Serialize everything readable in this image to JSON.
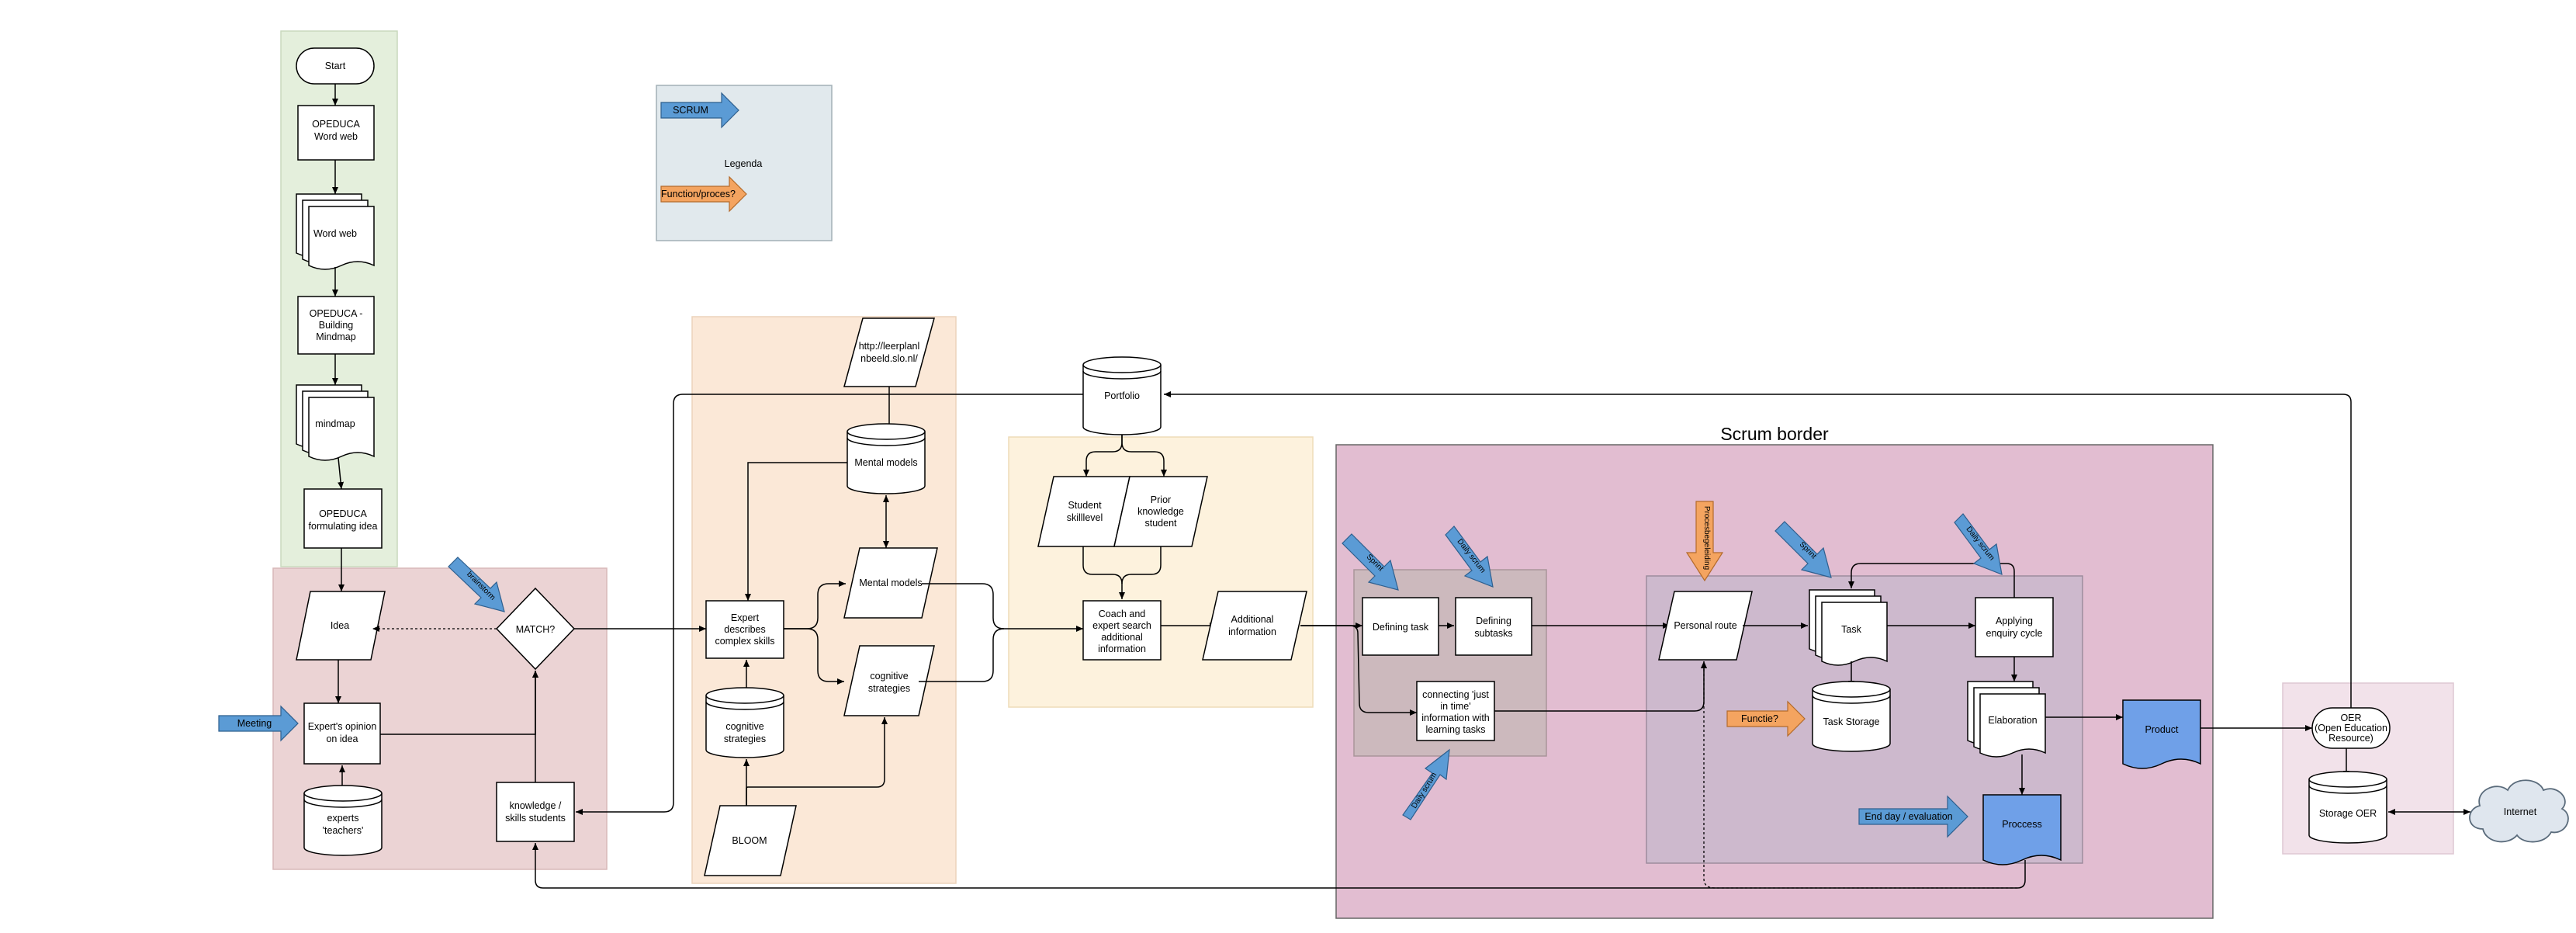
{
  "colors": {
    "green_region": "#e4efdc",
    "pink_region": "#ebd3d4",
    "peach_region": "#fbe8d7",
    "yellow_region": "#fdf2dd",
    "scrum_region": "#e2bdd1",
    "grey_box": "#ccb9bd",
    "lavender_box": "#cdb9cd",
    "oer_region": "#f2e2ea",
    "legend_box": "#e1e9ed",
    "blue_arrow": "#5b9bd5",
    "orange_arrow": "#f4a460",
    "blue_shape": "#6fa0e8"
  },
  "legend": {
    "scrum": "SCRUM",
    "title": "Legenda",
    "function": "Function/proces?"
  },
  "scrum_border_title": "Scrum border",
  "nodes": {
    "start": "Start",
    "opeduca_word_web": [
      "OPEDUCA",
      "Word web"
    ],
    "word_web": "Word web",
    "opeduca_building_mindmap": [
      "OPEDUCA -",
      "Building",
      "Mindmap"
    ],
    "mindmap": "mindmap",
    "opeduca_formulating_idea": [
      "OPEDUCA",
      "formulating idea"
    ],
    "idea": "Idea",
    "match": "MATCH?",
    "experts_opinion": [
      "Expert's opinion",
      "on idea"
    ],
    "experts_teachers": [
      "experts",
      "'teachers'"
    ],
    "knowledge_skills": [
      "knowledge /",
      "skills students"
    ],
    "url": [
      "http://leerplanl",
      "nbeeld.slo.nl/"
    ],
    "mental_models_db": "Mental models",
    "expert_describes": [
      "Expert",
      "describes",
      "complex skills"
    ],
    "mental_models": "Mental models",
    "cognitive_strategies": [
      "cognitive",
      "strategies"
    ],
    "cognitive_strategies_db": [
      "cognitive",
      "strategies"
    ],
    "bloom": "BLOOM",
    "portfolio": "Portfolio",
    "student_skill": [
      "Student",
      "skilllevel"
    ],
    "prior_knowledge": [
      "Prior",
      "knowledge",
      "student"
    ],
    "coach_expert": [
      "Coach and",
      "expert search",
      "additional",
      "information"
    ],
    "additional_info": [
      "Additional",
      "information"
    ],
    "defining_task": "Defining task",
    "defining_subtasks": [
      "Defining",
      "subtasks"
    ],
    "connecting": [
      "connecting 'just",
      "in time'",
      "information with",
      "learning tasks"
    ],
    "personal_route": "Personal route",
    "task": "Task",
    "task_storage": "Task Storage",
    "applying": [
      "Applying",
      "enquiry cycle"
    ],
    "elaboration": "Elaboration",
    "process": "Proccess",
    "product": "Product",
    "oer": [
      "OER",
      "(Open Education",
      "Resource)"
    ],
    "storage_oer": "Storage OER",
    "internet": "Internet"
  },
  "arrows": {
    "brainstorm": "brainstorm",
    "meeting": "Meeting",
    "sprint1": "Sprint",
    "daily_scrum1": "Daily scrum",
    "daily_scrum2": "Daily scrum",
    "procesbegeleiding": "Procesbegeleiding",
    "sprint2": "Sprint",
    "daily_scrum3": "Daily scrum",
    "functie": "Functie?",
    "end_day": "End day / evaluation"
  }
}
